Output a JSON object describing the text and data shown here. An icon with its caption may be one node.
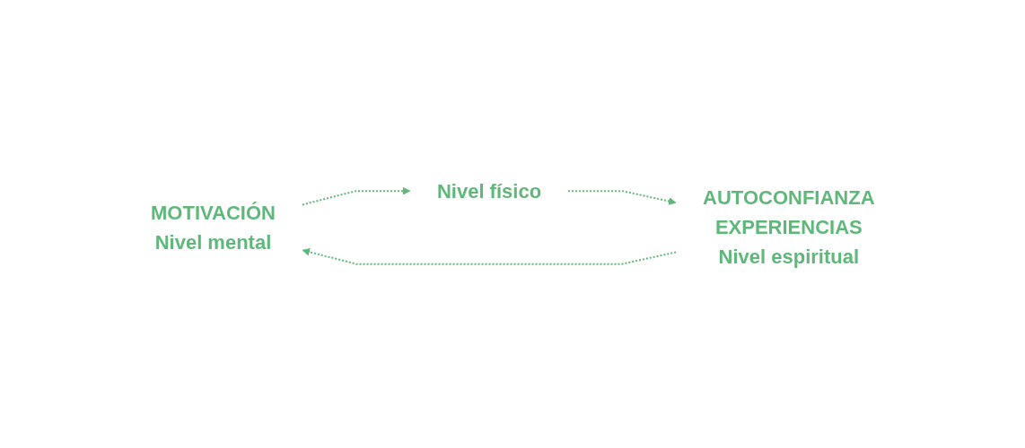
{
  "diagram": {
    "nodes": [
      {
        "text": [
          "MOTIVACIÓN",
          "Nivel mental"
        ]
      },
      {
        "text": [
          "Nivel físico"
        ]
      },
      {
        "text": [
          "AUTOCONFIANZA",
          "EXPERIENCIAS",
          "Nivel espiritual"
        ]
      }
    ],
    "edges": [
      {
        "from": 0,
        "to": 1,
        "arrow": "to",
        "style": "dashed"
      },
      {
        "from": 1,
        "to": 2,
        "arrow": "to",
        "style": "dashed"
      },
      {
        "from": 2,
        "to": 0,
        "arrow": "to",
        "style": "dashed"
      }
    ]
  }
}
